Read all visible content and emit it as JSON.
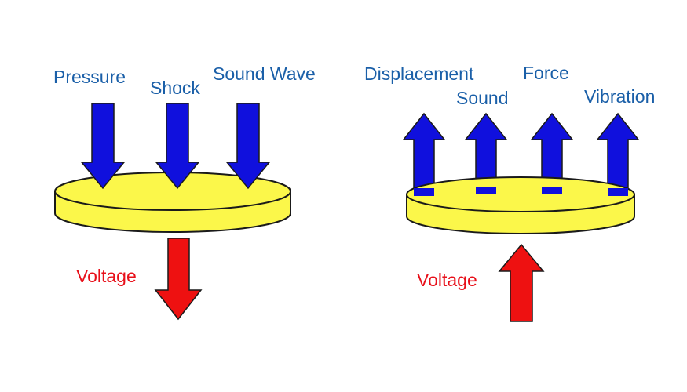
{
  "colors": {
    "disc_fill": "#fbf74a",
    "disc_stroke": "#1a1a1a",
    "input_arrow": "#1010dd",
    "voltage_arrow": "#ee1111",
    "blue_text": "#1a5fa8",
    "red_text": "#e8101a"
  },
  "left_panel": {
    "inputs": [
      "Pressure",
      "Shock",
      "Sound Wave"
    ],
    "output": "Voltage"
  },
  "right_panel": {
    "outputs": [
      "Displacement",
      "Sound",
      "Force",
      "Vibration"
    ],
    "input": "Voltage"
  }
}
